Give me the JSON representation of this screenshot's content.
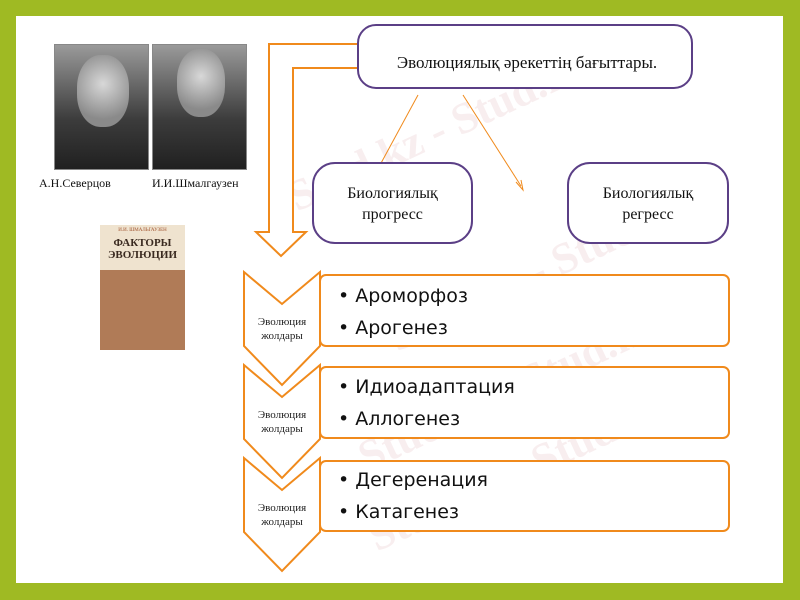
{
  "people": [
    {
      "name": "А.Н.Северцов"
    },
    {
      "name": "И.И.Шмалгаузен"
    }
  ],
  "book": {
    "author": "И.И. ШМАЛЬГАУЗЕН",
    "title_line1": "ФАКТОРЫ",
    "title_line2": "ЭВОЛЮЦИИ"
  },
  "diagram": {
    "title": "Эволюциялық әрекеттің бағыттары.",
    "progress": {
      "line1": "Биологиялық",
      "line2": "прогресс"
    },
    "regress": {
      "line1": "Биологиялық",
      "line2": "регресс"
    },
    "stages": [
      {
        "label_line1": "Эволюция",
        "label_line2": "жолдары",
        "items": [
          "Ароморфоз",
          "Арогенез"
        ]
      },
      {
        "label_line1": "Эволюция",
        "label_line2": "жолдары",
        "items": [
          "Идиоадаптация",
          "Аллогенез"
        ]
      },
      {
        "label_line1": "Эволюция",
        "label_line2": "жолдары",
        "items": [
          "Дегеренация",
          "Катагенез"
        ]
      }
    ]
  },
  "watermark": "Stud.kz - Stud.kz",
  "colors": {
    "border": "#9fba23",
    "orange": "#f08a1c",
    "purple": "#5b3f86"
  }
}
